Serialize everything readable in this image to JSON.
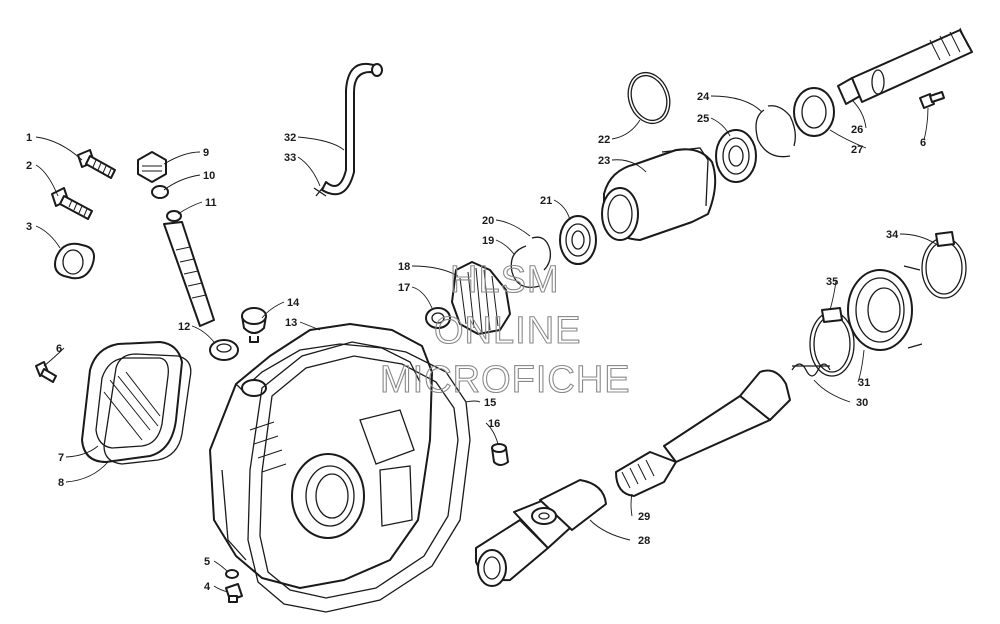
{
  "watermark": {
    "line1": "HLSM",
    "line2": "ONLINE",
    "line3": "MICROFICHE"
  },
  "callouts": {
    "n1": "1",
    "n2": "2",
    "n3": "3",
    "n4": "4",
    "n5": "5",
    "n6a": "6",
    "n6b": "6",
    "n7": "7",
    "n8": "8",
    "n9": "9",
    "n10": "10",
    "n11": "11",
    "n12": "12",
    "n13": "13",
    "n14": "14",
    "n15": "15",
    "n16": "16",
    "n17": "17",
    "n18": "18",
    "n19": "19",
    "n20": "20",
    "n21": "21",
    "n22": "22",
    "n23": "23",
    "n24": "24",
    "n25": "25",
    "n26": "26",
    "n27": "27",
    "n28": "28",
    "n29": "29",
    "n30": "30",
    "n31": "31",
    "n32": "32",
    "n33": "33",
    "n34": "34",
    "n35": "35"
  },
  "colors": {
    "line": "#1a1a1a",
    "watermark": "#8a8a8a",
    "background": "#ffffff"
  }
}
